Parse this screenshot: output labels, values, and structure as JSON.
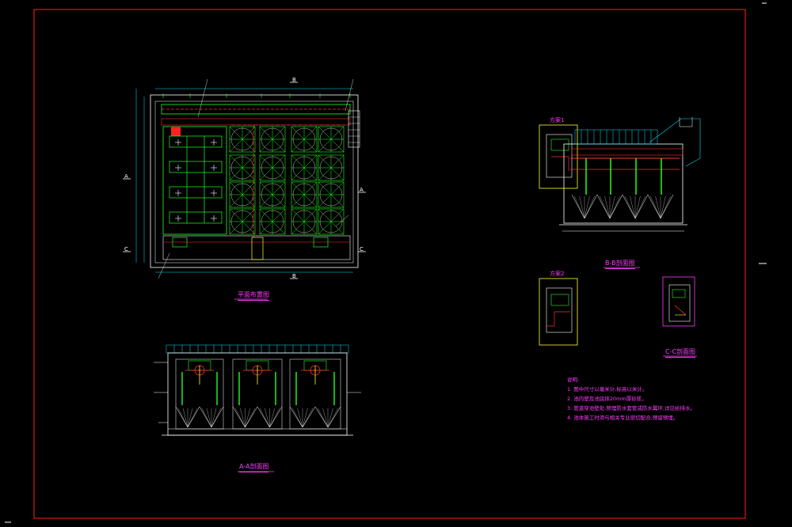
{
  "drawing": {
    "plan_title": "平面布置图",
    "section_aa_title": "A-A剖面图",
    "section_bb_title": "B-B剖面图",
    "section_cc_title": "C-C剖面图",
    "option1_label": "方案1",
    "option2_label": "方案2",
    "notes_title": "说明:",
    "notes": [
      "1. 图中尺寸以毫米计,标高以米计。",
      "2. 池内壁及池底抹20mm厚砂浆。",
      "3. 管道穿池壁处,预埋防水套管或防水翼环,详见给排水。",
      "4. 池体施工时须与相关专业密切配合,预留预埋。"
    ],
    "section_markers": [
      "A",
      "A",
      "B",
      "B",
      "C",
      "C"
    ],
    "colors": {
      "frame": "#ff2020",
      "cyan": "#00e5ff",
      "green": "#22ff22",
      "white": "#ffffff",
      "magenta": "#ff3cff",
      "yellow": "#ffff33",
      "red": "#ff3030"
    }
  }
}
